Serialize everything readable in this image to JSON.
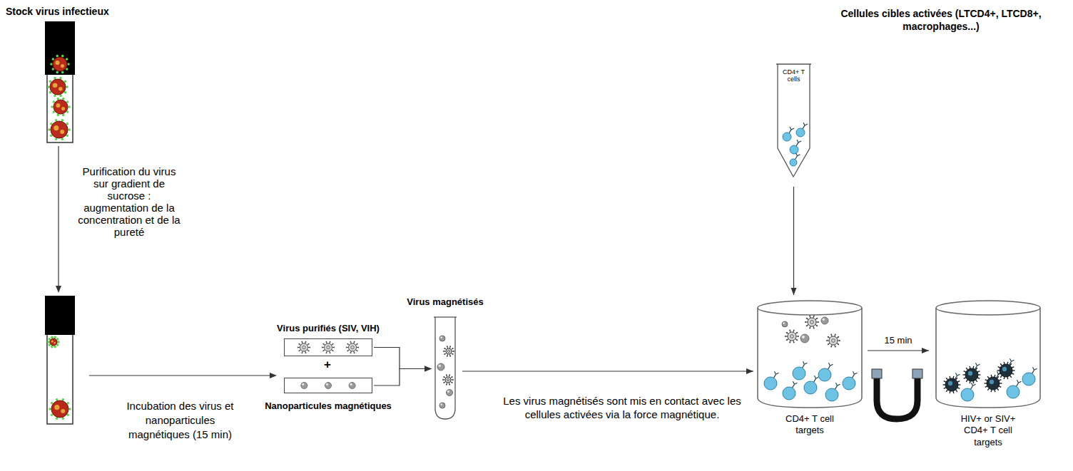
{
  "diagram": {
    "nodes": [
      {
        "text": [
          "Stock virus infectieux"
        ]
      },
      {
        "text": [
          "Virus purifiés (SIV, VIH)"
        ]
      },
      {
        "text": [
          "Nanoparticules magnétiques"
        ]
      },
      {
        "text": [
          "Virus magnétisés"
        ]
      },
      {
        "text": [
          "Cellules cibles activées (LTCD4+, LTCD8+, macrophages...)",
          "CD4+ T cells"
        ]
      },
      {
        "text": [
          "CD4+ T cell targets"
        ]
      },
      {
        "text": [
          "HIV+ or SIV+ CD4+ T cell targets"
        ]
      }
    ],
    "edges": [
      {
        "from": 1,
        "to": 3,
        "arrow": "to"
      },
      {
        "from": 2,
        "to": 3,
        "arrow": "to"
      },
      {
        "from": 3,
        "to": 5,
        "label": "Les virus magnétisés sont mis en contact avec les cellules activées via la force magnétique.",
        "arrow": "to"
      },
      {
        "from": 4,
        "to": 5,
        "arrow": "to"
      },
      {
        "from": 5,
        "to": 6,
        "label": "15 min",
        "arrow": "to"
      }
    ],
    "labels": [
      "Purification du virus sur gradient de sucrose : augmentation de la concentration et de la pureté",
      "Incubation des virus et nanoparticules magnétiques (15 min)",
      "+"
    ]
  }
}
